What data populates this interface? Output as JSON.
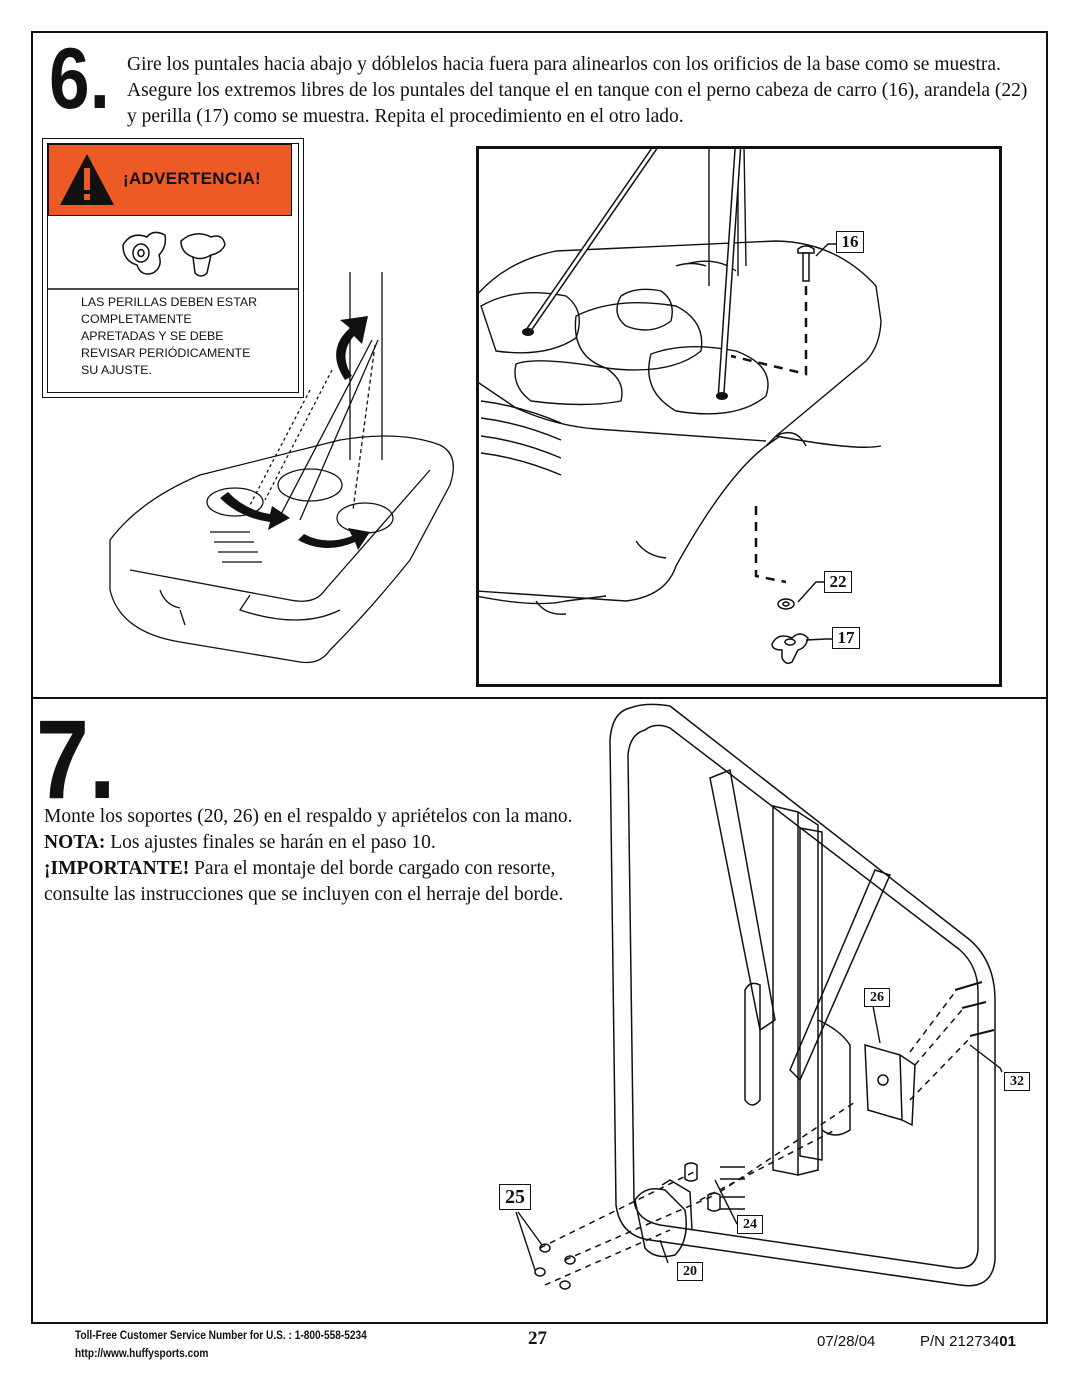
{
  "step6": {
    "number": "6.",
    "text": "Gire los puntales hacia abajo y dóblelos hacia fuera para alinearlos con los orificios de la base como se muestra. Asegure los extremos libres de los puntales del tanque el en tanque con el perno cabeza de carro (16), arandela (22) y perilla (17) como se muestra. Repita el procedimiento en el otro lado."
  },
  "warning": {
    "title": "¡ADVERTENCIA!",
    "lines": [
      "LAS PERILLAS DEBEN ESTAR",
      "COMPLETAMENTE",
      "APRETADAS Y SE DEBE",
      "REVISAR PERIÓDICAMENTE",
      "SU AJUSTE."
    ],
    "color": "#ee5a25"
  },
  "step6_callouts": {
    "bolt": "16",
    "washer": "22",
    "knob": "17"
  },
  "step7": {
    "number": "7.",
    "text1": "Monte los soportes (20, 26) en el respaldo y apriételos con la mano.",
    "nota_label": "NOTA:",
    "nota_text": "Los ajustes finales se harán en el paso 10.",
    "importante_label": "¡IMPORTANTE!",
    "importante_text": "Para el montaje del borde cargado con resorte, consulte las instrucciones que se incluyen con el herraje del borde."
  },
  "step7_callouts": {
    "bracket_top": "26",
    "screws": "32",
    "nuts": "25",
    "spacers": "24",
    "bracket_bottom": "20"
  },
  "footer": {
    "service": "Toll-Free Customer Service Number for U.S. : 1-800-558-5234",
    "url": "http://www.huffysports.com",
    "page": "27",
    "date": "07/28/04",
    "pn_prefix": "P/N 212734",
    "pn_suffix": "01"
  }
}
